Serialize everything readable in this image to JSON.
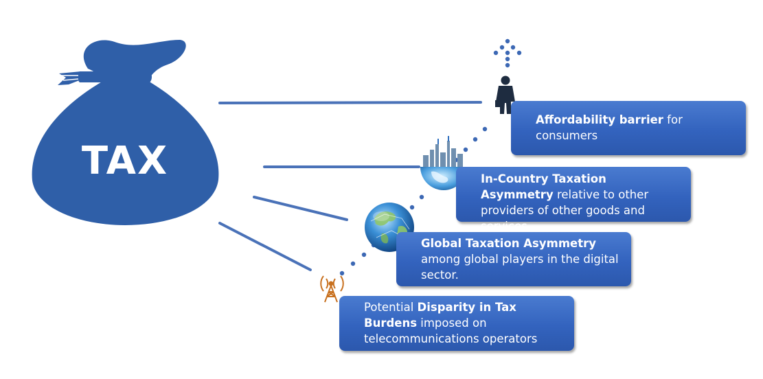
{
  "tax_bag": {
    "label": "TAX",
    "color": "#2f5fa8"
  },
  "boxes": {
    "affordability": {
      "bold": "Affordability barrier",
      "rest": " for consumers"
    },
    "in_country": {
      "bold": "In-Country Taxation Asymmetry",
      "rest": " relative to other providers of other goods and services."
    },
    "global": {
      "bold": "Global Taxation Asymmetry",
      "rest": " among global players in the digital sector."
    },
    "disparity": {
      "prefix": "Potential ",
      "bold": "Disparity  in Tax Burdens",
      "rest": " imposed on telecommunications operators"
    }
  },
  "colors": {
    "box": "#3766c0",
    "line": "#4a72b8",
    "dots": "#3c68b4",
    "tower": "#c8701e"
  },
  "icons": [
    "tax-bag-icon",
    "radio-tower-icon",
    "globe-icon",
    "city-globe-icon",
    "businessman-icon",
    "growth-arrow-icon"
  ]
}
